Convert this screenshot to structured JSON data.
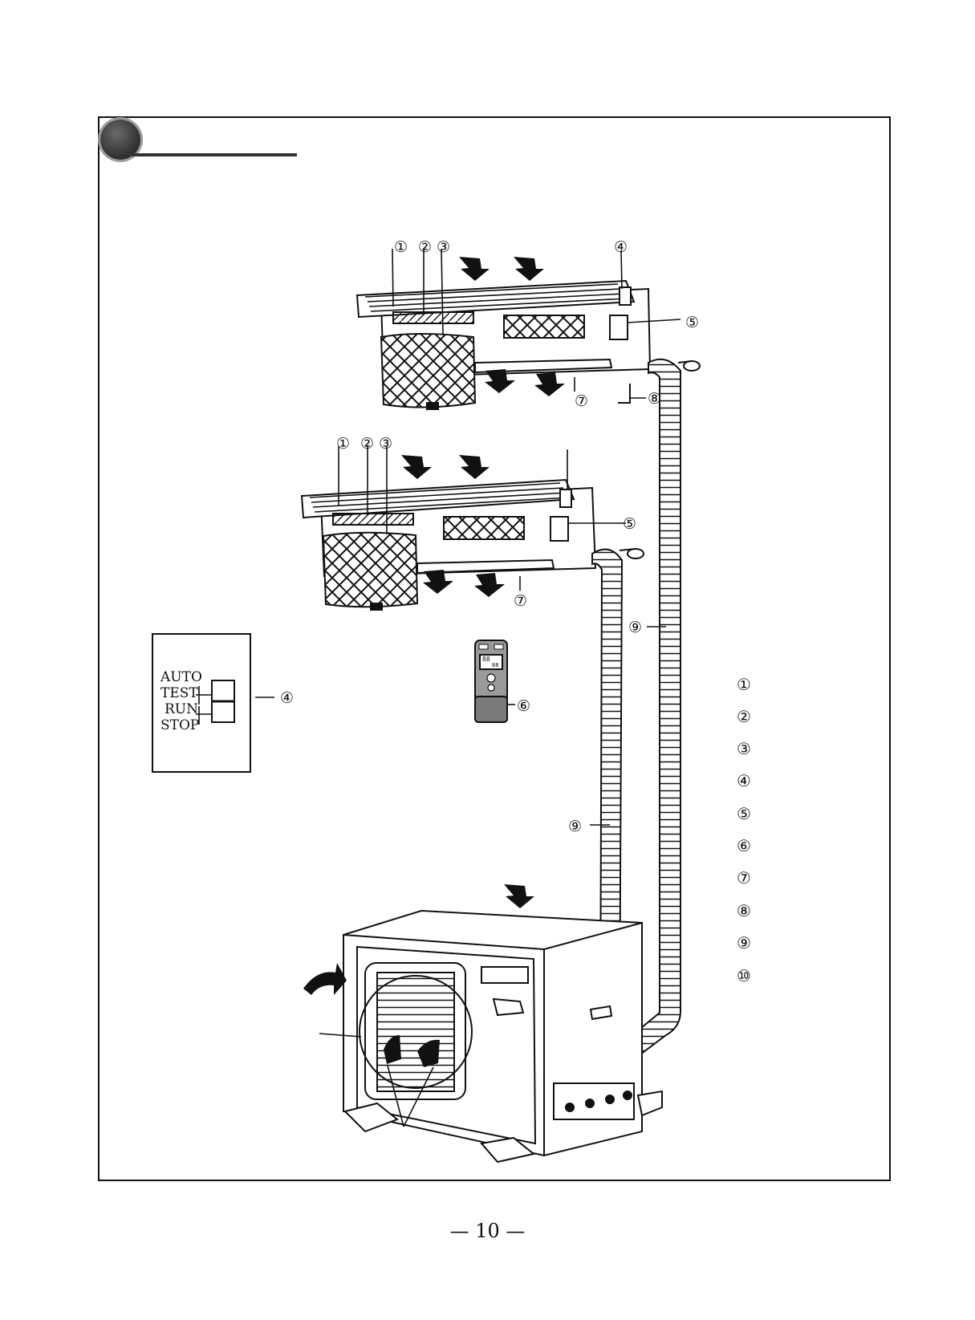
{
  "callouts": {
    "n1": "①",
    "n2": "②",
    "n3": "③",
    "n4": "④",
    "n5": "⑤",
    "n6": "⑥",
    "n7": "⑦",
    "n8": "⑧",
    "n9": "⑨",
    "n10": "⑩"
  },
  "switch_panel": {
    "options": [
      "AUTO",
      "TEST",
      "RUN",
      "STOP"
    ]
  },
  "legend": [
    "①",
    "②",
    "③",
    "④",
    "⑤",
    "⑥",
    "⑦",
    "⑧",
    "⑨",
    "⑩"
  ],
  "remote_display": {
    "line1": "88",
    "line2": "88"
  },
  "page_number": "— 10 —"
}
